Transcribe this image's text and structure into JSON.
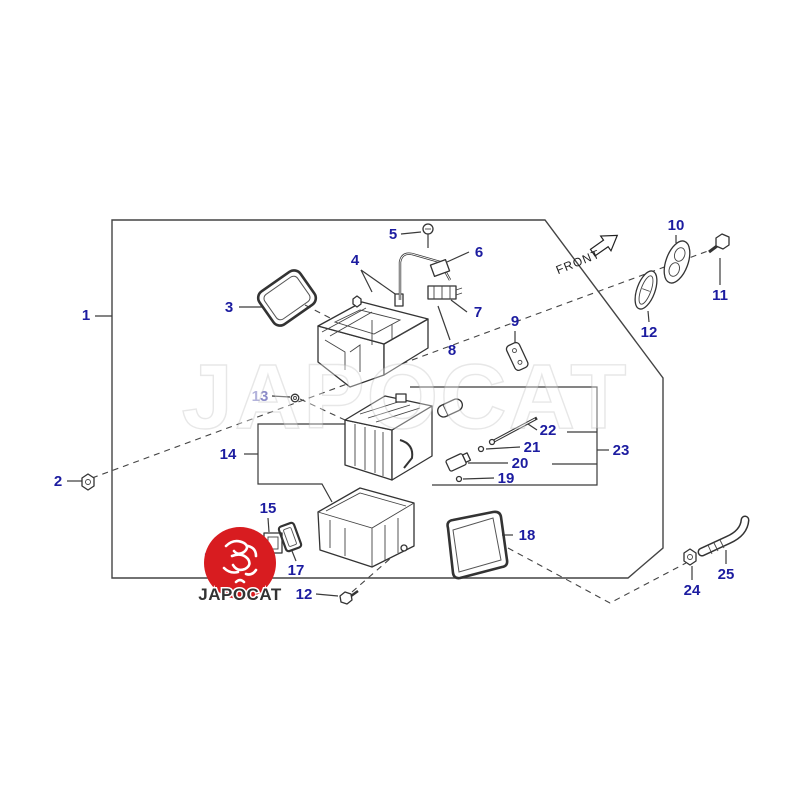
{
  "diagram": {
    "labels": [
      "1",
      "2",
      "3",
      "4",
      "5",
      "6",
      "7",
      "8",
      "9",
      "10",
      "11",
      "12",
      "13",
      "14",
      "15",
      "1",
      "17",
      "18",
      "19",
      "20",
      "21",
      "22",
      "23",
      "24",
      "25",
      "12"
    ],
    "front_label": "FRONT"
  },
  "logo": {
    "text": "JAPOCAT",
    "icon": "japocat-emblem"
  },
  "watermark": "JAPOCAT",
  "colors": {
    "callout": "#1c1ca0",
    "callout_faded": "#8a8ac8",
    "line": "#3a3a3a",
    "logo_red": "#d81c20",
    "background": "#ffffff"
  }
}
